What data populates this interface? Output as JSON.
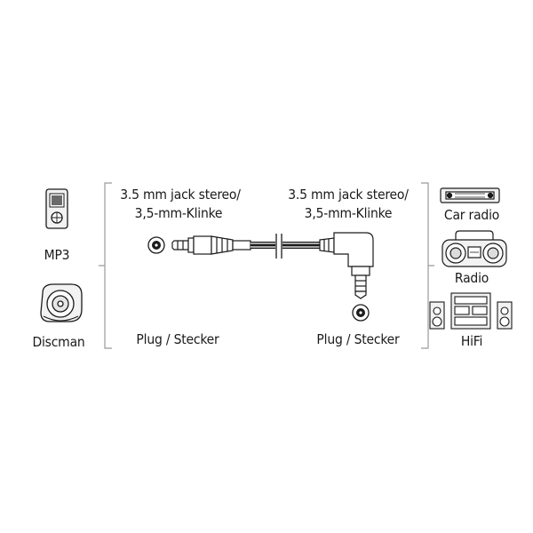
{
  "left_devices": {
    "mp3_label": "MP3",
    "discman_label": "Discman",
    "mp3_icon": "mp3-player-icon",
    "discman_icon": "discman-icon"
  },
  "left_connector": {
    "spec_line1": "3.5 mm jack stereo/",
    "spec_line2": "3,5-mm-Klinke",
    "type_label": "Plug / Stecker"
  },
  "right_connector": {
    "spec_line1": "3.5 mm jack stereo/",
    "spec_line2": "3,5-mm-Klinke",
    "type_label": "Plug / Stecker"
  },
  "right_devices": {
    "car_radio_label": "Car radio",
    "radio_label": "Radio",
    "hifi_label": "HiFi",
    "car_radio_icon": "car-radio-icon",
    "radio_icon": "boombox-icon",
    "hifi_icon": "hifi-system-icon"
  },
  "colors": {
    "line": "#1a1a1a",
    "bracket": "#9a9a9a",
    "device_fill": "#f2f2f2"
  }
}
